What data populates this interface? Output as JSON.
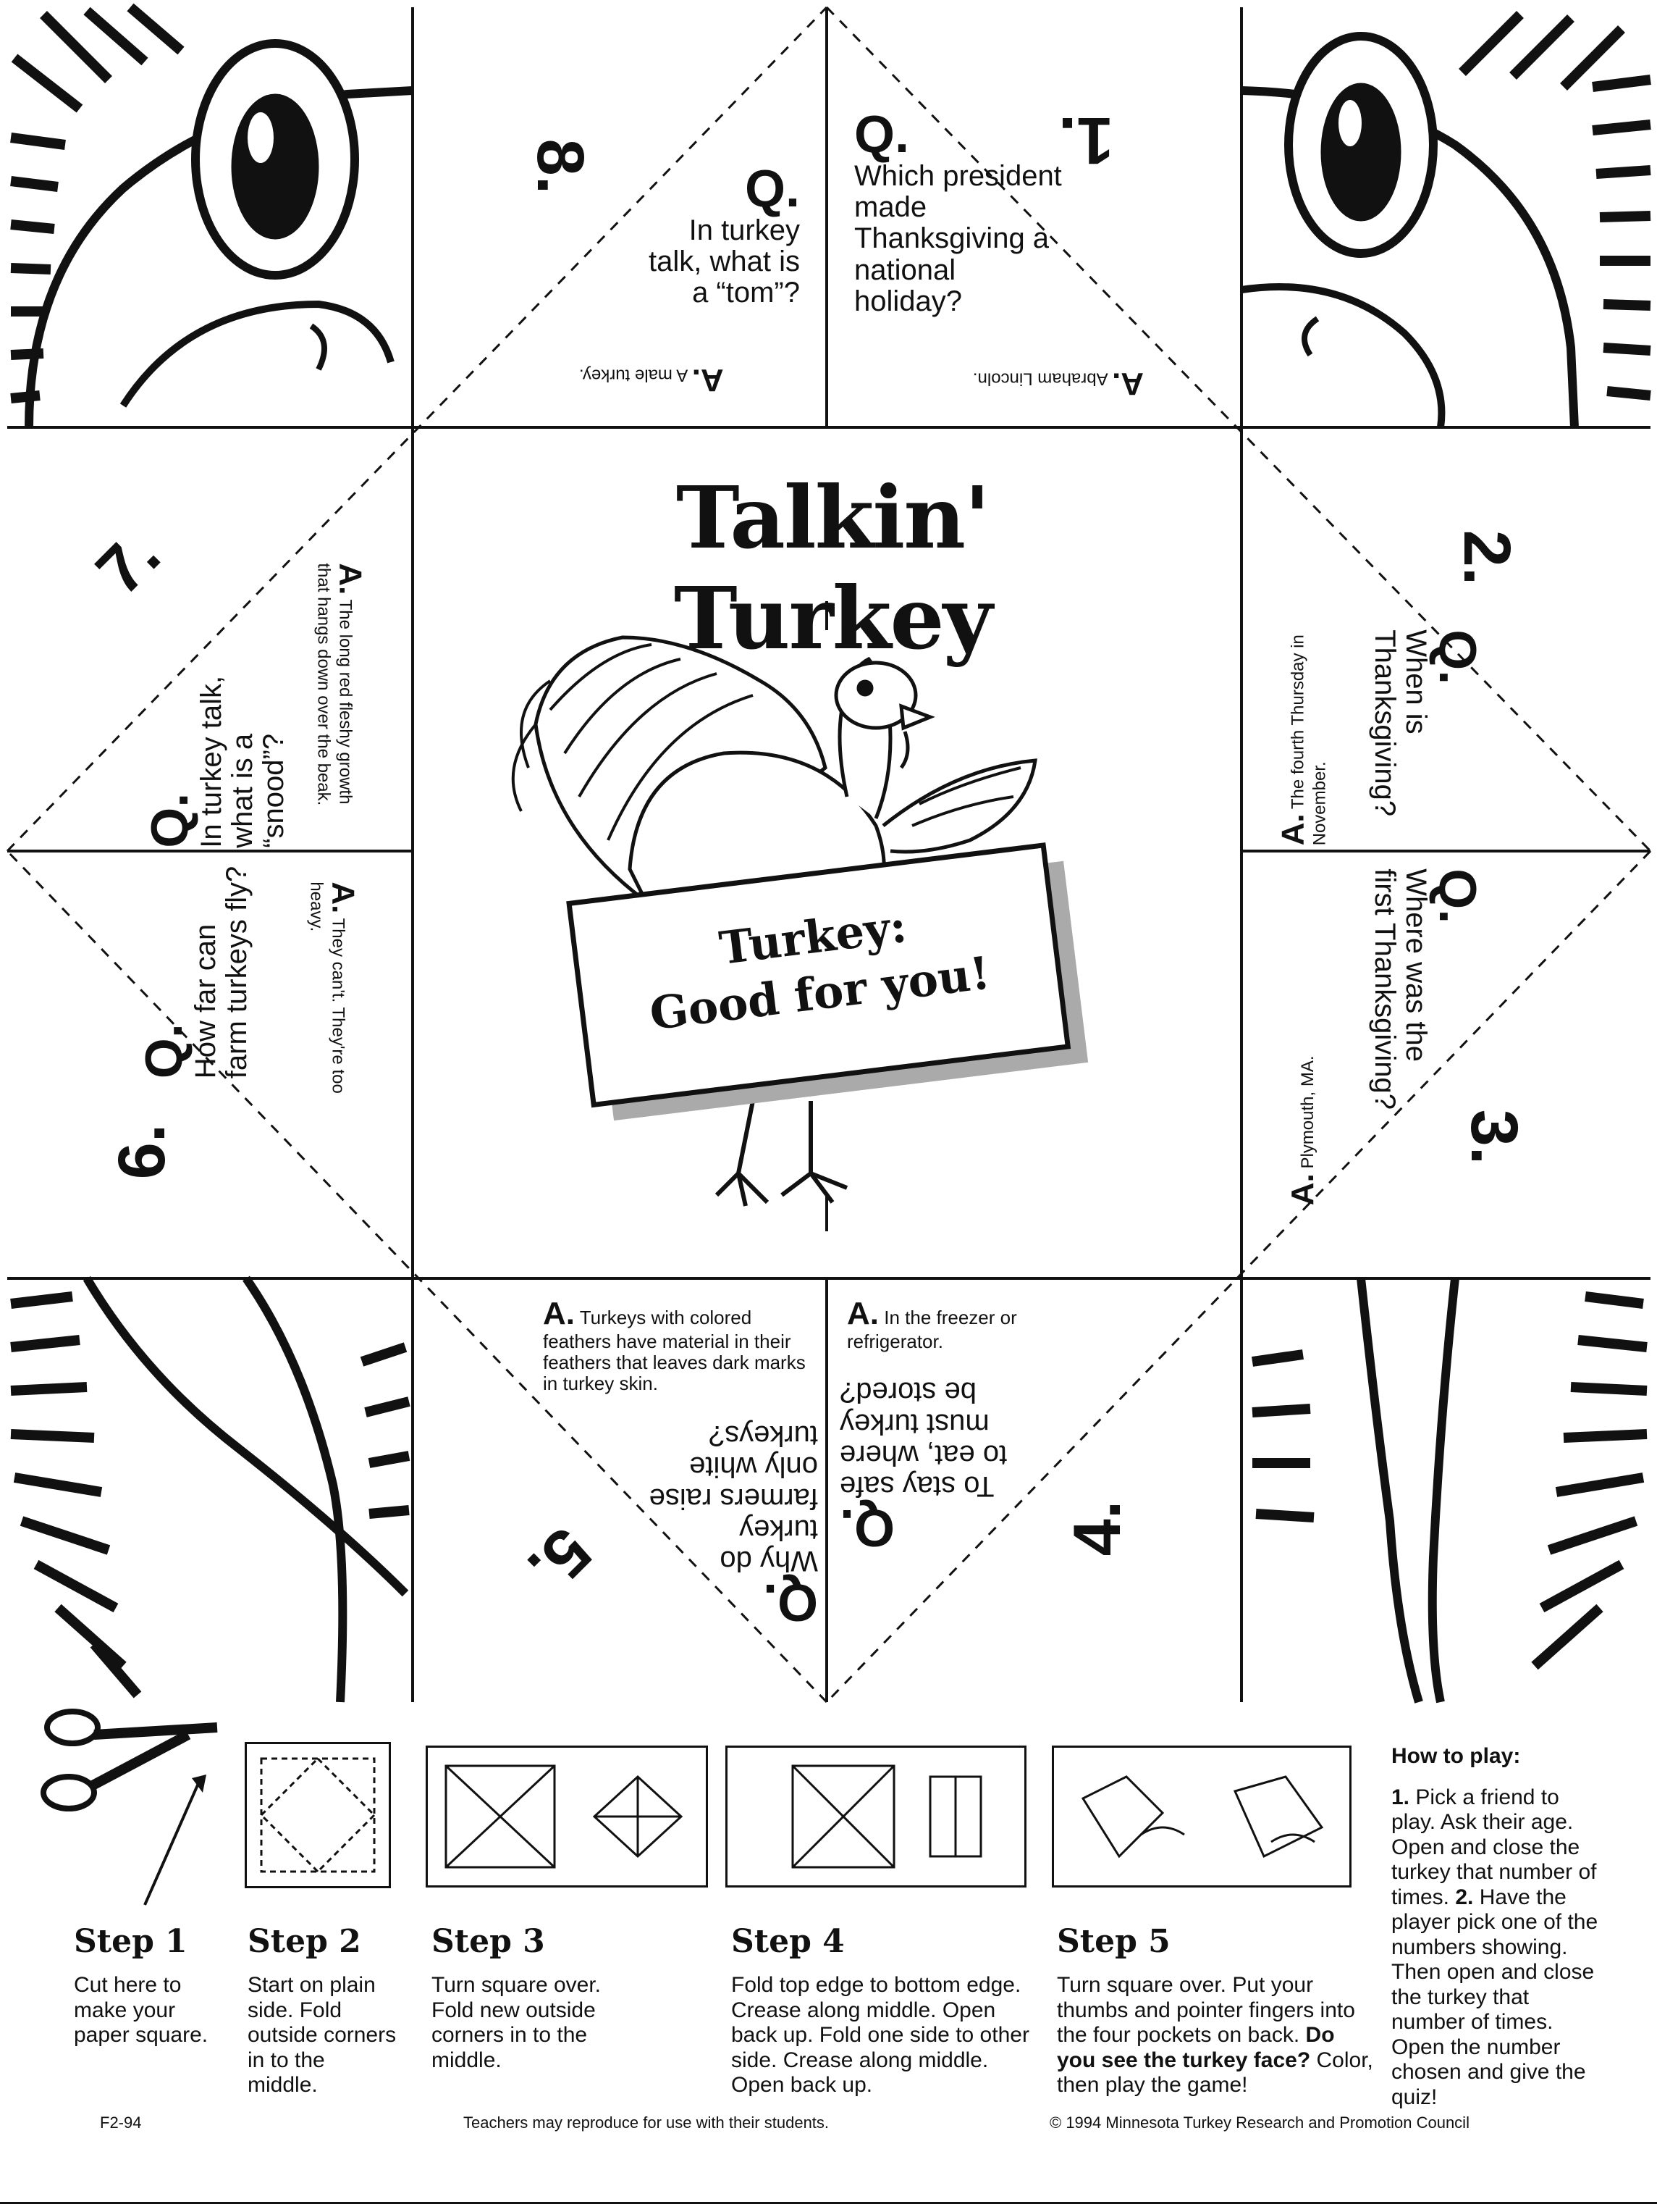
{
  "title": "Talkin' Turkey",
  "sign": {
    "line1": "Turkey:",
    "line2": "Good for you!"
  },
  "panels": [
    {
      "num": "1.",
      "question": "Which president made Thanksgiving a national holiday?",
      "answer": "Abraham Lincoln."
    },
    {
      "num": "2.",
      "question": "When is Thanksgiving?",
      "answer": "The fourth Thursday in November."
    },
    {
      "num": "3.",
      "question": "Where was the first Thanksgiving?",
      "answer": "Plymouth, MA."
    },
    {
      "num": "4.",
      "question": "To stay safe to eat, where must turkey be stored?",
      "answer": "In the freezer or refrigerator."
    },
    {
      "num": "5.",
      "question": "Why do turkey farmers raise only white turkeys?",
      "answer": "Turkeys with colored feathers have material in their feathers that leaves dark marks in turkey skin."
    },
    {
      "num": "6.",
      "question": "How far can farm turkeys fly?",
      "answer": "They can't. They're too heavy."
    },
    {
      "num": "7.",
      "question": "In turkey talk, what is a “snood”?",
      "answer": "The long red fleshy growth that hangs down over the beak."
    },
    {
      "num": "8.",
      "question": "In turkey talk, what is a “tom”?",
      "answer": "A male turkey."
    }
  ],
  "labels": {
    "q": "Q.",
    "a": "A."
  },
  "steps": [
    {
      "title": "Step 1",
      "text": "Cut here to make your paper square."
    },
    {
      "title": "Step 2",
      "text": "Start on plain side. Fold outside corners in to the middle."
    },
    {
      "title": "Step 3",
      "text": "Turn square over. Fold new outside corners in to the middle."
    },
    {
      "title": "Step 4",
      "text": "Fold top edge to bottom edge. Crease along middle. Open back up. Fold one side to other side. Crease along middle. Open back up."
    },
    {
      "title": "Step 5",
      "text": "Turn square over. Put your thumbs and pointer fingers into the four pockets on back.",
      "bold": "Do you see the turkey face?",
      "tail": "Color, then play the game!"
    }
  ],
  "how_to_play": {
    "heading": "How to play:",
    "n1": "1.",
    "t1": "Pick a friend to play. Ask their age. Open and close the turkey that number of times.",
    "n2": "2.",
    "t2": "Have the player pick one of the numbers showing. Then open and close the turkey that number of times. Open the number chosen and give the quiz!"
  },
  "footer": {
    "code": "F2-94",
    "reproduce": "Teachers may reproduce for use with their students.",
    "copyright": "© 1994 Minnesota Turkey Research and Promotion Council"
  },
  "icons": [
    "scissors-icon",
    "arrow-icon",
    "turkey-illustration",
    "turkey-face-corner-art"
  ]
}
